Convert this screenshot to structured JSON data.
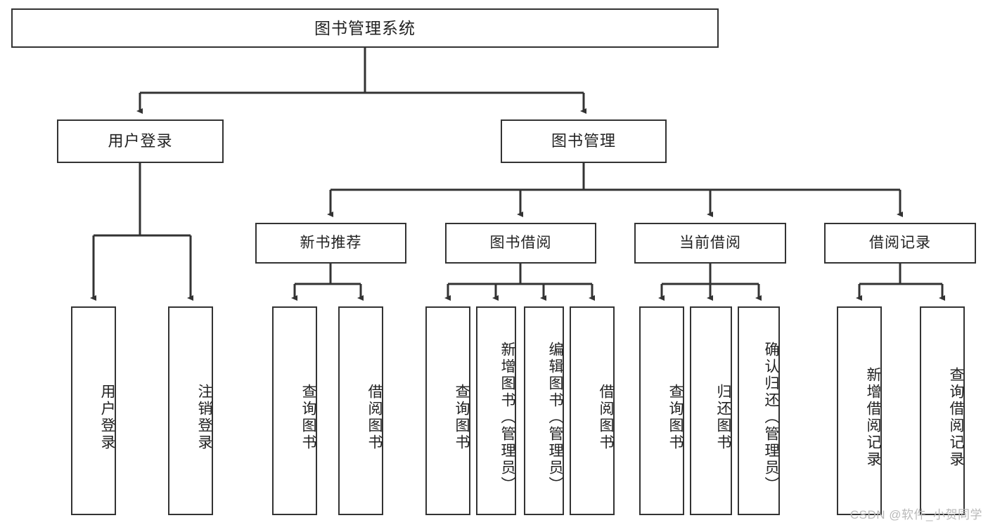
{
  "diagram": {
    "title": "图书管理系统",
    "type": "hierarchy-tree",
    "watermark": "CSDN @软件_小贺同学",
    "colors": {
      "box_border": "#333333",
      "box_fill": "#ffffff",
      "edge": "#333333",
      "text": "#222222",
      "watermark": "#b9b9b9"
    },
    "root": {
      "label": "图书管理系统"
    },
    "level2": [
      {
        "label": "用户登录"
      },
      {
        "label": "图书管理"
      }
    ],
    "level3": [
      {
        "label": "新书推荐"
      },
      {
        "label": "图书借阅"
      },
      {
        "label": "当前借阅"
      },
      {
        "label": "借阅记录"
      }
    ],
    "leaves": [
      {
        "label": "用户登录"
      },
      {
        "label": "注销登录"
      },
      {
        "label": "查询图书"
      },
      {
        "label": "借阅图书"
      },
      {
        "label": "查询图书"
      },
      {
        "label": "新增图书（管理员）"
      },
      {
        "label": "编辑图书（管理员）"
      },
      {
        "label": "借阅图书"
      },
      {
        "label": "查询图书"
      },
      {
        "label": "归还图书"
      },
      {
        "label": "确认归还（管理员）"
      },
      {
        "label": "新增借阅记录"
      },
      {
        "label": "查询借阅记录"
      }
    ]
  }
}
